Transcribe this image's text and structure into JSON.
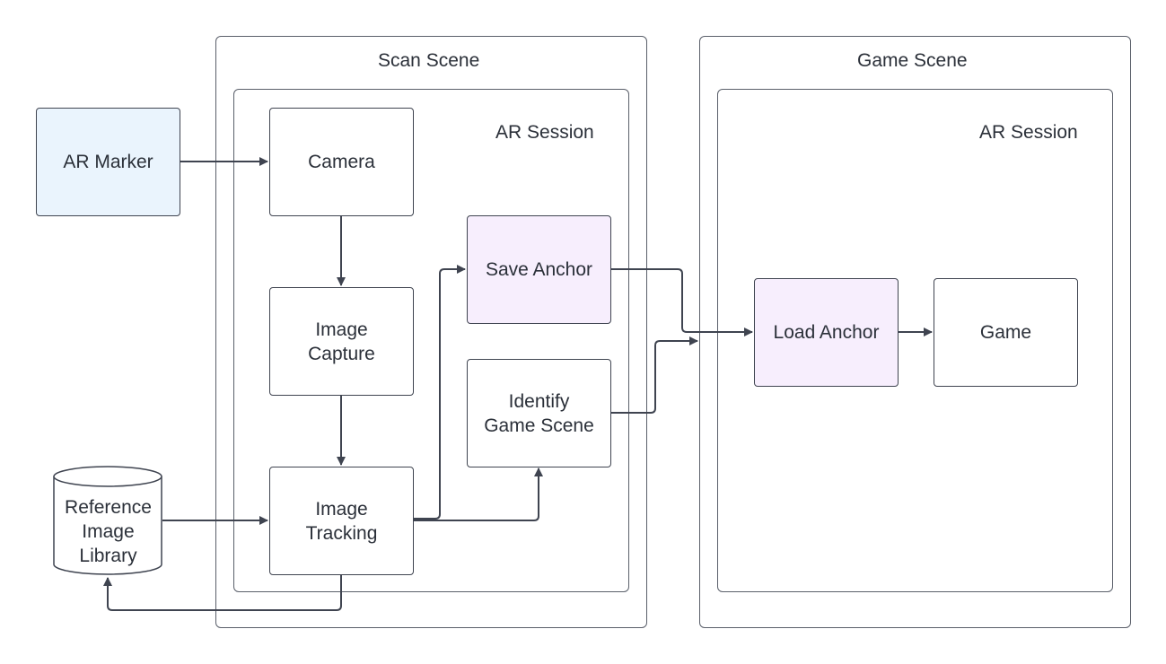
{
  "colors": {
    "stroke": "#3f4450",
    "text": "#2b3039",
    "marker_fill": "#eaf4fd",
    "anchor_fill": "#f7eefd",
    "background": "#ffffff"
  },
  "scan_scene": {
    "title": "Scan Scene",
    "ar_session": {
      "title": "AR Session",
      "nodes": {
        "camera": "Camera",
        "image_capture": "Image\nCapture",
        "image_tracking": "Image\nTracking",
        "save_anchor": "Save Anchor",
        "identify_game_scene": "Identify\nGame Scene"
      }
    }
  },
  "game_scene": {
    "title": "Game Scene",
    "ar_session": {
      "title": "AR Session",
      "nodes": {
        "load_anchor": "Load Anchor",
        "game": "Game"
      }
    }
  },
  "external": {
    "ar_marker": "AR Marker",
    "reference_image_library": "Reference\nImage\nLibrary"
  },
  "edges": [
    {
      "from": "AR Marker",
      "to": "Camera"
    },
    {
      "from": "Camera",
      "to": "Image Capture"
    },
    {
      "from": "Image Capture",
      "to": "Image Tracking"
    },
    {
      "from": "Reference Image Library",
      "to": "Image Tracking"
    },
    {
      "from": "Image Tracking",
      "to": "Reference Image Library"
    },
    {
      "from": "Image Tracking",
      "to": "Save Anchor"
    },
    {
      "from": "Image Tracking",
      "to": "Identify Game Scene"
    },
    {
      "from": "Save Anchor",
      "to": "Load Anchor"
    },
    {
      "from": "Identify Game Scene",
      "to": "Game Scene"
    },
    {
      "from": "Load Anchor",
      "to": "Game"
    }
  ]
}
